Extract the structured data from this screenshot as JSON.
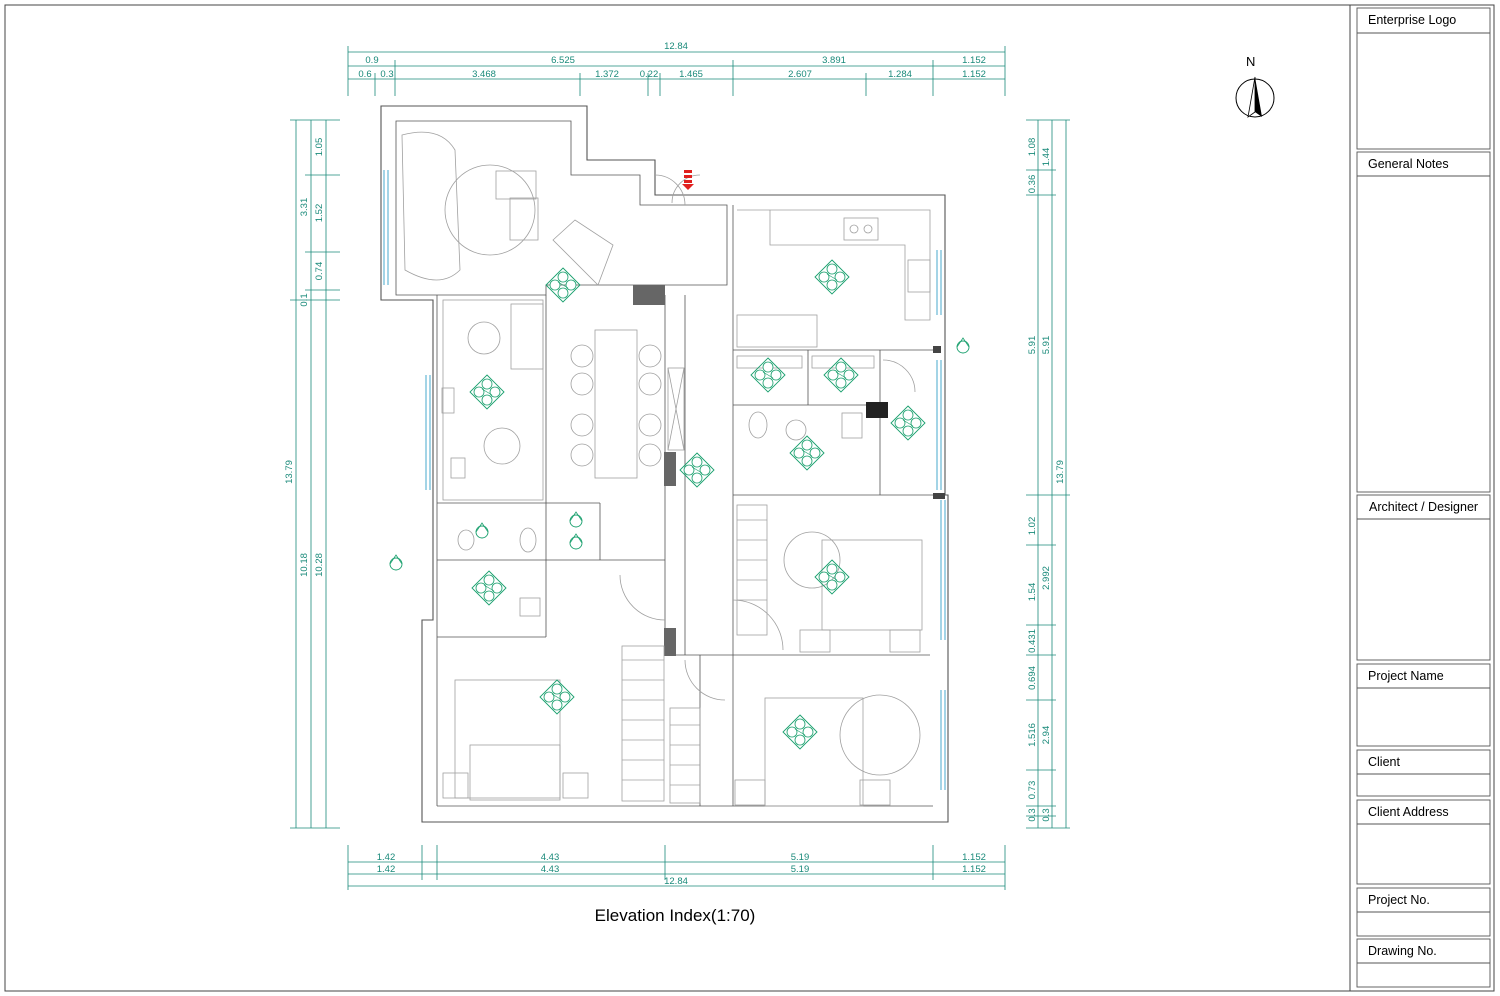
{
  "drawing": {
    "title": "Elevation Index(1:70)",
    "north_label": "N"
  },
  "title_block": {
    "enterprise_logo": "Enterprise Logo",
    "general_notes": "General Notes",
    "architect": "Architect / Designer",
    "project_name": "Project Name",
    "client": "Client",
    "client_address": "Client Address",
    "project_no": "Project No.",
    "drawing_no": "Drawing No."
  },
  "dimensions": {
    "top_total": "12.84",
    "top_row1": [
      "0.9",
      "6.525",
      "3.891",
      "1.152"
    ],
    "top_row2": [
      "0.6",
      "0.3",
      "3.468",
      "1.372",
      "0.22",
      "1.465",
      "2.607",
      "1.284",
      "1.152"
    ],
    "bottom_row1": [
      "1.42",
      "4.43",
      "5.19",
      "1.152"
    ],
    "bottom_row2": [
      "1.42",
      "4.43",
      "5.19",
      "1.152"
    ],
    "bottom_total": "12.84",
    "left_total": "13.79",
    "left_mid": [
      "3.31",
      "10.18"
    ],
    "left_detail": [
      "1.05",
      "1.52",
      "0.74",
      "0.1",
      "10.28"
    ],
    "right_total": "13.79",
    "right_mid": [
      "1.44",
      "5.91",
      "2.992",
      "2.94"
    ],
    "right_detail": [
      "1.08",
      "0.36",
      "5.91",
      "1.02",
      "1.54",
      "0.431",
      "0.694",
      "1.516",
      "0.73",
      "0.3",
      "0.3"
    ]
  },
  "colors": {
    "dimension": "#1a8a7a",
    "index_marker": "#1aa06e",
    "walls": "#555555",
    "furniture": "#9a9a9a",
    "entry_marker": "#e0201e"
  }
}
